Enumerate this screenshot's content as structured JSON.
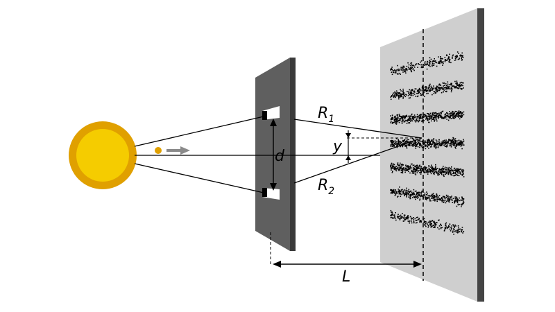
{
  "labels": {
    "r1_main": "R",
    "r1_sub": "1",
    "r2_main": "R",
    "r2_sub": "2",
    "slit_separation": "d",
    "fringe_offset": "y",
    "screen_distance": "L"
  },
  "colors": {
    "source_outer": "#E0A000",
    "source_inner": "#F5CC00",
    "particle": "#E0A000",
    "arrow": "#8a8a8a",
    "barrier_face": "#5f5f5f",
    "barrier_edge": "#3a3a3a",
    "screen": "#cfcfcf",
    "screen_edge": "#444444",
    "dots": "#000000"
  },
  "pattern": {
    "fringe_count": 7,
    "central_fringe": 3
  }
}
